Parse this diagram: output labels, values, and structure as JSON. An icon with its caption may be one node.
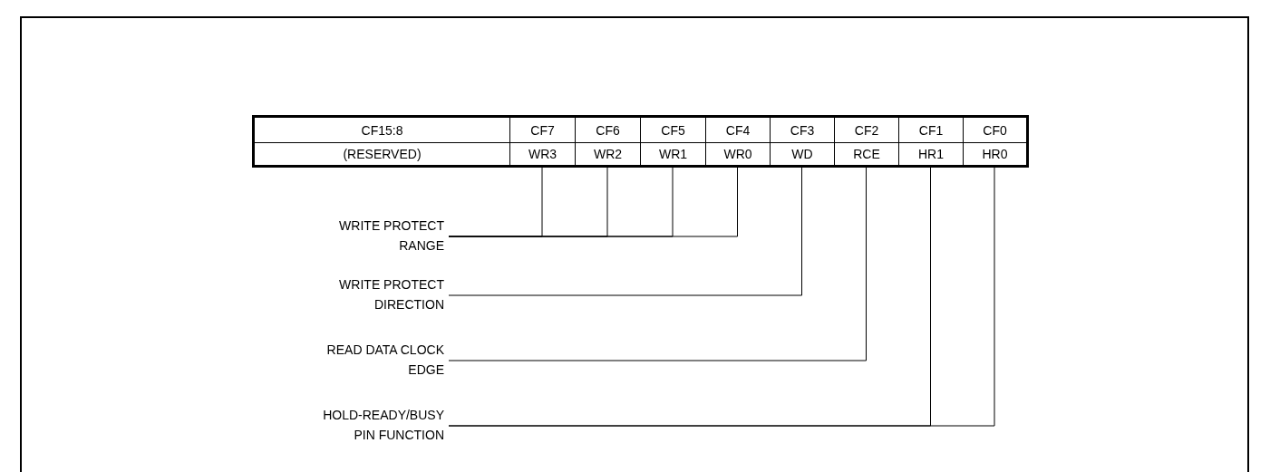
{
  "diagram": {
    "nodes": [
      {
        "text": [
          "CF15:8"
        ]
      },
      {
        "text": [
          "CF7"
        ]
      },
      {
        "text": [
          "CF6"
        ]
      },
      {
        "text": [
          "CF5"
        ]
      },
      {
        "text": [
          "CF4"
        ]
      },
      {
        "text": [
          "CF3"
        ]
      },
      {
        "text": [
          "CF2"
        ]
      },
      {
        "text": [
          "CF1"
        ]
      },
      {
        "text": [
          "CF0"
        ]
      },
      {
        "text": [
          "(RESERVED)"
        ]
      },
      {
        "text": [
          "WR3"
        ]
      },
      {
        "text": [
          "WR2"
        ]
      },
      {
        "text": [
          "WR1"
        ]
      },
      {
        "text": [
          "WR0"
        ]
      },
      {
        "text": [
          "WD"
        ]
      },
      {
        "text": [
          "RCE"
        ]
      },
      {
        "text": [
          "HR1"
        ]
      },
      {
        "text": [
          "HR0"
        ]
      },
      {
        "text": [
          "WRITE PROTECT RANGE"
        ]
      },
      {
        "text": [
          "WRITE PROTECT DIRECTION"
        ]
      },
      {
        "text": [
          "READ DATA CLOCK EDGE"
        ]
      },
      {
        "text": [
          "HOLD-READY/BUSY PIN FUNCTION"
        ]
      }
    ],
    "edges": [
      {
        "from": 18,
        "to": 10,
        "arrow": "none"
      },
      {
        "from": 18,
        "to": 11,
        "arrow": "none"
      },
      {
        "from": 18,
        "to": 12,
        "arrow": "none"
      },
      {
        "from": 18,
        "to": 13,
        "arrow": "none"
      },
      {
        "from": 19,
        "to": 14,
        "arrow": "none"
      },
      {
        "from": 20,
        "to": 15,
        "arrow": "none"
      },
      {
        "from": 21,
        "to": 16,
        "arrow": "none"
      },
      {
        "from": 21,
        "to": 17,
        "arrow": "none"
      }
    ]
  }
}
